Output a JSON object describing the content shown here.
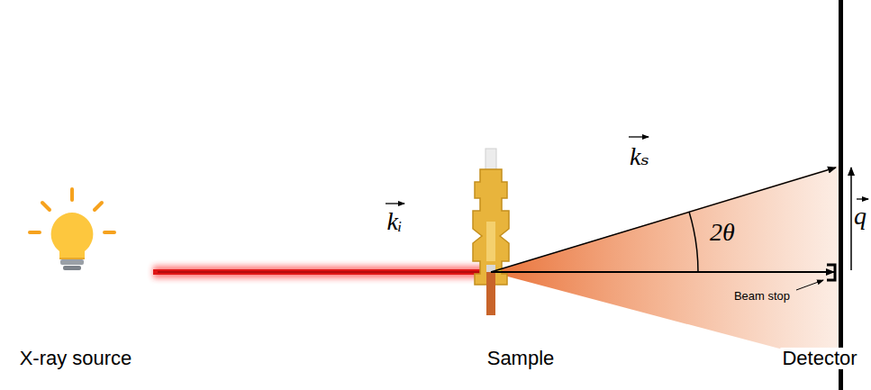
{
  "diagram": {
    "labels": [
      "kᵢ",
      "kₛ",
      "2θ",
      "q",
      "Beam stop",
      "X-ray source",
      "Sample",
      "Detector"
    ]
  }
}
